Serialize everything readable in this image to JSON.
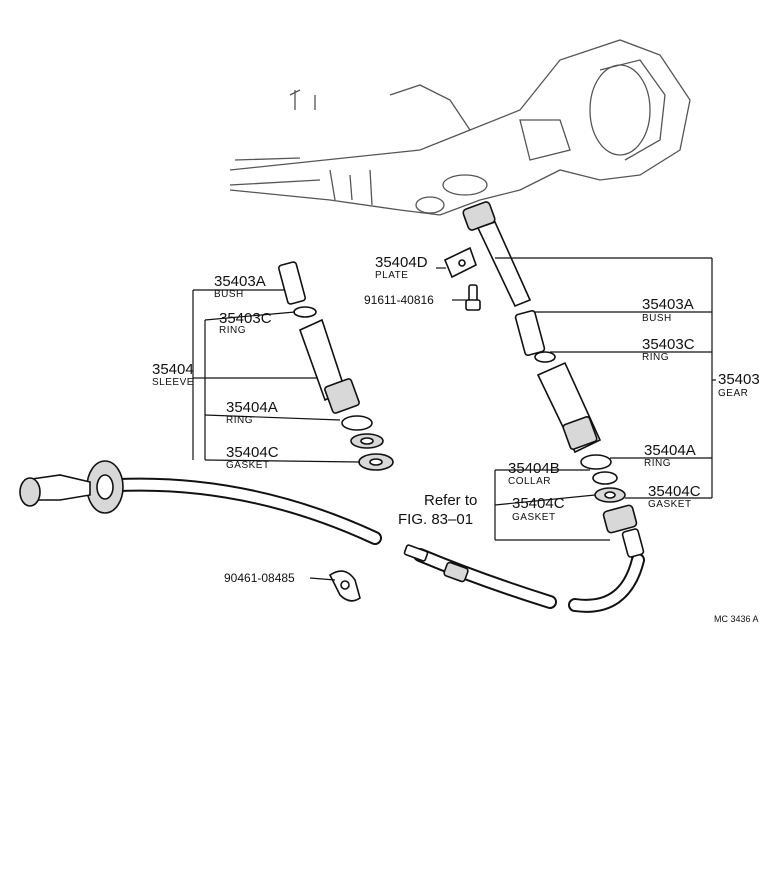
{
  "labels": {
    "p35403A_left": {
      "number": "35403A",
      "name": "BUSH"
    },
    "p35403C_left": {
      "number": "35403C",
      "name": "RING"
    },
    "p35404": {
      "number": "35404",
      "name": "SLEEVE"
    },
    "p35404A_left": {
      "number": "35404A",
      "name": "RING"
    },
    "p35404C_left": {
      "number": "35404C",
      "name": "GASKET"
    },
    "p35404D": {
      "number": "35404D",
      "name": "PLATE"
    },
    "p91611": {
      "number": "91611-40816"
    },
    "p35403A_right": {
      "number": "35403A",
      "name": "BUSH"
    },
    "p35403C_right": {
      "number": "35403C",
      "name": "RING"
    },
    "p35403": {
      "number": "35403",
      "name": "GEAR"
    },
    "p35404A_right": {
      "number": "35404A",
      "name": "RING"
    },
    "p35404B": {
      "number": "35404B",
      "name": "COLLAR"
    },
    "p35404C_right": {
      "number": "35404C",
      "name": "GASKET"
    },
    "p90461": {
      "number": "90461-08485"
    },
    "refer": {
      "line1": "Refer to",
      "line2": "FIG. 83–01"
    },
    "figure_code": "MC 3436 A"
  }
}
